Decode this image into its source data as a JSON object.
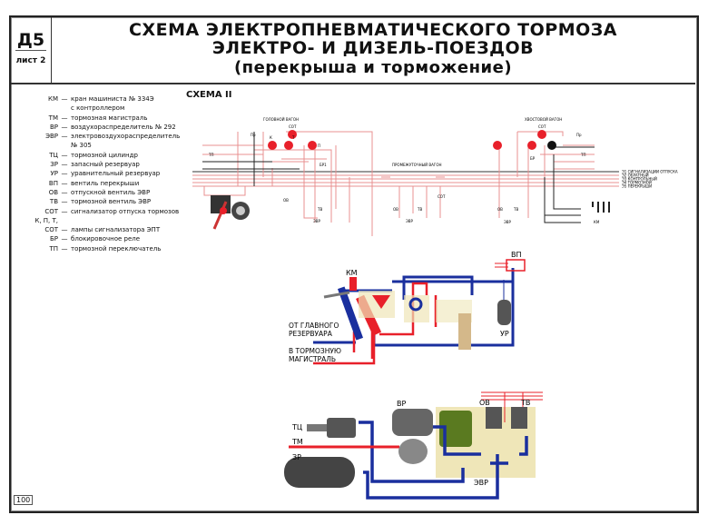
{
  "header": {
    "code": "Д5",
    "sheet": "лист 2",
    "title_line1": "СХЕМА ЭЛЕКТРОПНЕВМАТИЧЕСКОГО ТОРМОЗА",
    "title_line2": "ЭЛЕКТРО- И ДИЗЕЛЬ-ПОЕЗДОВ",
    "title_line3": "(перекрыша и торможение)"
  },
  "legend": [
    {
      "abbr": "КМ",
      "desc": "кран машиниста № 334Э"
    },
    {
      "abbr": "",
      "desc": "с контроллером"
    },
    {
      "abbr": "ТМ",
      "desc": "тормозная магистраль"
    },
    {
      "abbr": "ВР",
      "desc": "воздухораспределитель № 292"
    },
    {
      "abbr": "ЭВР",
      "desc": "электровоздухораспределитель"
    },
    {
      "abbr": "",
      "desc": "№ 305"
    },
    {
      "abbr": "ТЦ",
      "desc": "тормозной цилиндр"
    },
    {
      "abbr": "ЗР",
      "desc": "запасный резервуар"
    },
    {
      "abbr": "УР",
      "desc": "уравнительный резервуар"
    },
    {
      "abbr": "ВП",
      "desc": "вентиль перекрыши"
    },
    {
      "abbr": "ОВ",
      "desc": "отпускной вентиль ЭВР"
    },
    {
      "abbr": "ТВ",
      "desc": "тормозной вентиль ЭВР"
    },
    {
      "abbr": "СОТ",
      "desc": "сигнализатор отпуска тормозов"
    },
    {
      "abbr": "К, П, Т,",
      "desc": ""
    },
    {
      "abbr": "СОТ",
      "desc": "лампы сигнализатора ЭПТ"
    },
    {
      "abbr": "БР",
      "desc": "блокировочное реле"
    },
    {
      "abbr": "ТП",
      "desc": "тормозной переключатель"
    }
  ],
  "scheme_title": "СХЕМА II",
  "electric": {
    "head_car": "ГОЛОВНОЙ ВАГОН",
    "middle_car": "ПРОМЕЖУТОЧНЫЙ ВАГОН",
    "tail_car": "ХВОСТОВОЙ ВАГОН",
    "wires": [
      "Э1 СИГНАЛИЗАЦИИ ОТПУСКА",
      "Э2 ОБРАТНЫЙ",
      "Э3 КОНТРОЛЬНЫЙ",
      "Э4 ТОРМОЗНОЙ",
      "Э5 ПЕРЕКРЫШИ"
    ],
    "labels": {
      "sot": "СОТ",
      "k": "К",
      "p": "П",
      "t": "Т",
      "br": "БР",
      "br1": "БР1",
      "ov": "ОВ",
      "tv": "ТВ",
      "evr": "ЭВР",
      "tp": "ТП",
      "pr": "Пр",
      "km": "КМ"
    }
  },
  "pneumatic_top": {
    "km": "КМ",
    "vp": "ВП",
    "ur": "УР",
    "from_main_1": "ОТ ГЛАВНОГО",
    "from_main_2": "РЕЗЕРВУАРА",
    "to_brake_1": "В ТОРМОЗНУЮ",
    "to_brake_2": "МАГИСТРАЛЬ"
  },
  "pneumatic_bottom": {
    "tc": "ТЦ",
    "tm": "ТМ",
    "zr": "ЗР",
    "vr": "ВР",
    "ov": "ОВ",
    "tv": "ТВ",
    "evr": "ЭВР"
  },
  "page_number": "100",
  "colors": {
    "red": "#e8202a",
    "blue": "#1a2f9e",
    "pink": "#e89090",
    "olive": "#5a7a20",
    "beige": "#efe6b8"
  }
}
